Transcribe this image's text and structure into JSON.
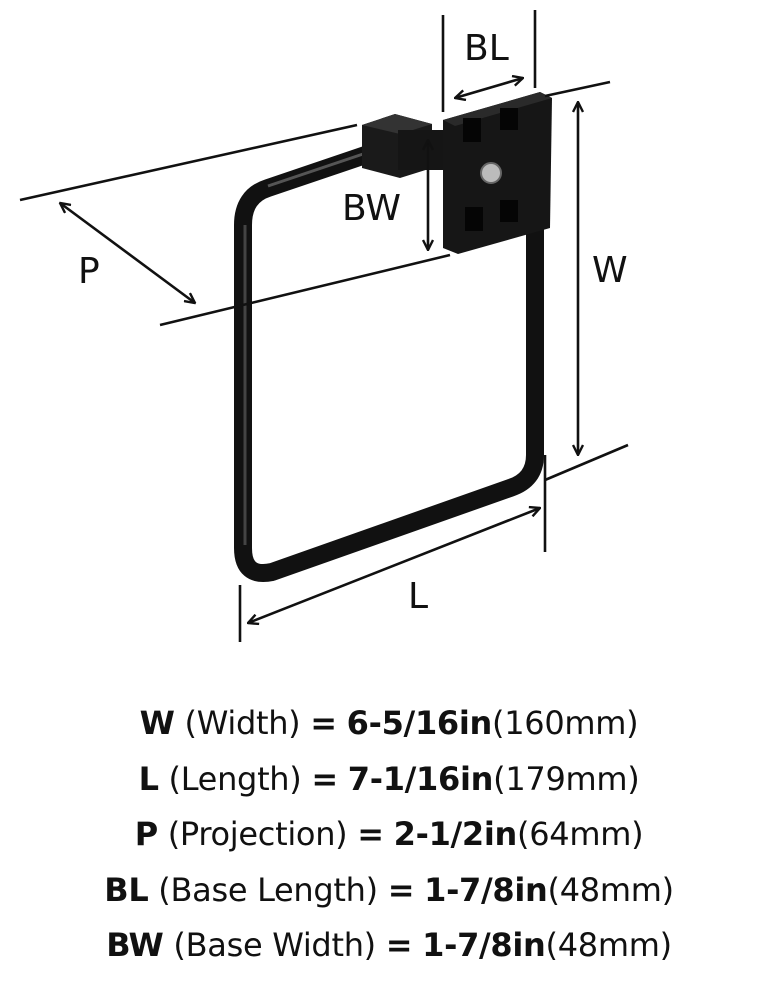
{
  "colors": {
    "product": "#111111",
    "lines": "#111111",
    "background": "#ffffff"
  },
  "labels": {
    "bl": "BL",
    "bw": "BW",
    "p": "P",
    "w": "W",
    "l": "L"
  },
  "specs": [
    {
      "code": "W",
      "name": "(Width)",
      "eq": "=",
      "imperial": "6-5/16in",
      "metric": "(160mm)"
    },
    {
      "code": "L",
      "name": "(Length)",
      "eq": "=",
      "imperial": "7-1/16in",
      "metric": "(179mm)"
    },
    {
      "code": "P",
      "name": "(Projection)",
      "eq": "=",
      "imperial": "2-1/2in",
      "metric": "(64mm)"
    },
    {
      "code": "BL",
      "name": "(Base Length)",
      "eq": "=",
      "imperial": "1-7/8in",
      "metric": "(48mm)"
    },
    {
      "code": "BW",
      "name": "(Base Width)",
      "eq": "=",
      "imperial": "1-7/8in",
      "metric": "(48mm)"
    }
  ]
}
